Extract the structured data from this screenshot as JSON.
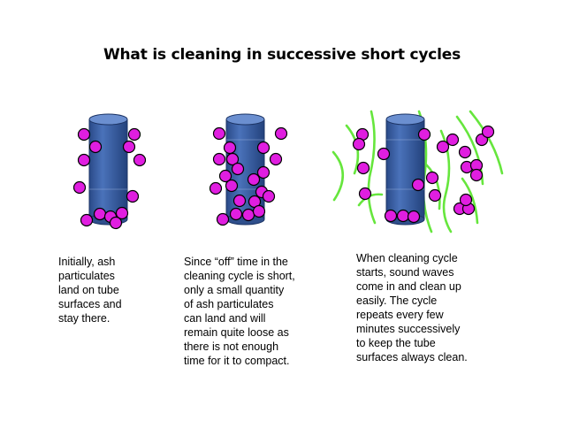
{
  "slide": {
    "title": "What is cleaning in successive short cycles"
  },
  "colors": {
    "tube_top": "#5b7fc0",
    "tube_body": "#3d61a6",
    "particle": "#e01ee0",
    "wave": "#66e63d"
  },
  "panels": [
    {
      "caption": [
        "Initially, ash",
        "particulates",
        "land on tube",
        "surfaces and",
        "stay there."
      ]
    },
    {
      "caption": [
        "Since “off” time in the",
        "cleaning cycle is short,",
        "only a small quantity",
        "of ash particulates",
        "can land and will",
        "remain quite loose as",
        "there is not enough",
        "time for it to compact."
      ]
    },
    {
      "caption": [
        "When cleaning cycle",
        "starts, sound waves",
        "come in and clean up",
        "easily. The cycle",
        "repeats every few",
        "minutes successively",
        "to keep the tube",
        "surfaces always clean."
      ]
    }
  ]
}
